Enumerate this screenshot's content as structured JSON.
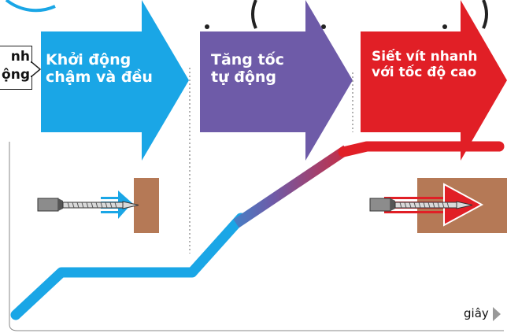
{
  "header": {
    "title_fragment": "ạ ( ạ ạ )"
  },
  "mode_box": {
    "line1": "nh",
    "line2": "ộng"
  },
  "stages": [
    {
      "line1": "Khởi động",
      "line2": "chậm và đều",
      "color": "#1aa6e6"
    },
    {
      "line1": "Tăng tốc",
      "line2": "tự động",
      "color": "#6e5ba8"
    },
    {
      "line1": "Siết vít nhanh",
      "line2": "với tốc độ cao",
      "color": "#e11f26"
    }
  ],
  "axis": {
    "x_unit": "giây"
  },
  "colors": {
    "blue": "#1aa6e6",
    "purple": "#6e5ba8",
    "red": "#e11f26",
    "wood": "#b57956"
  }
}
